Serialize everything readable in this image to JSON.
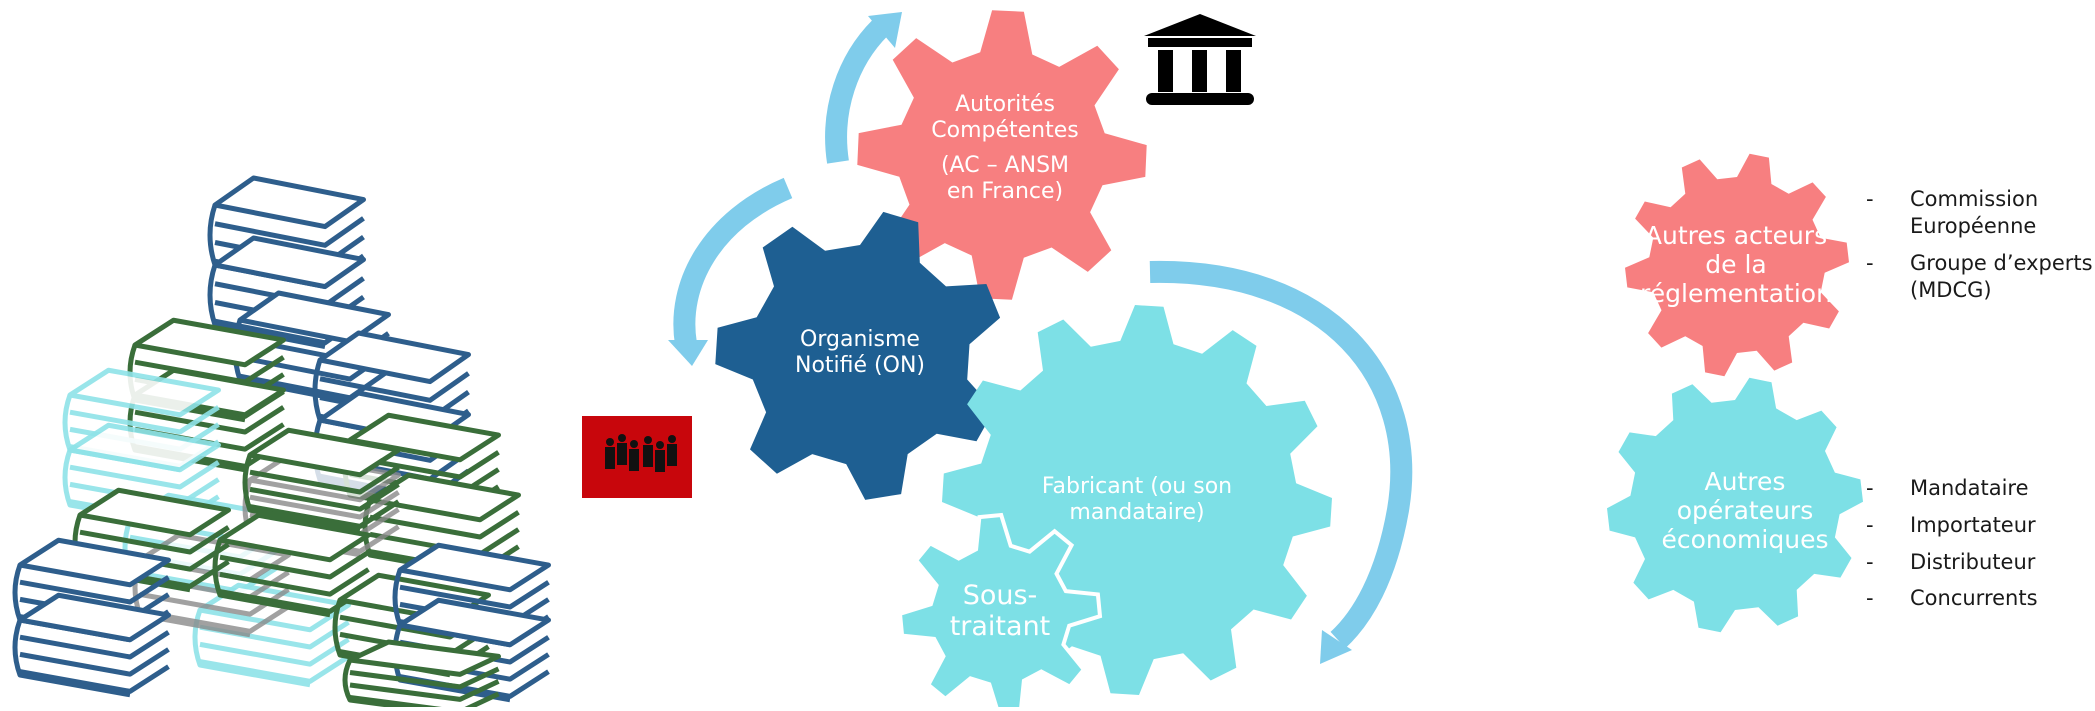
{
  "gears": {
    "authorities": {
      "line1": "Autorités",
      "line2": "Compétentes",
      "line3": "(AC – ANSM",
      "line4": "en France)",
      "color": "#F77F80"
    },
    "notified_body": {
      "line1": "Organisme",
      "line2": "Notifié (ON)",
      "color": "#1E5F92"
    },
    "manufacturer": {
      "line1": "Fabricant (ou son",
      "line2": "mandataire)",
      "color": "#7DE0E6"
    },
    "subcontractor": {
      "line1": "Sous-",
      "line2": "traitant",
      "color": "#7DE0E6"
    },
    "other_regulators": {
      "line1": "Autres acteurs",
      "line2": "de la",
      "line3": "réglementation",
      "color": "#F77F80"
    },
    "other_operators": {
      "line1": "Autres",
      "line2": "opérateurs",
      "line3": "économiques",
      "color": "#7DE0E6"
    }
  },
  "lists": {
    "regulators": [
      {
        "line1": "Commission",
        "line2": "Européenne"
      },
      {
        "line1": "Groupe d’experts",
        "line2": "(MDCG)"
      }
    ],
    "operators": [
      "Mandataire",
      "Importateur",
      "Distributeur",
      "Concurrents"
    ]
  },
  "icons": {
    "books": "stacked-books-icon",
    "government": "government-building-icon",
    "people": "people-group-icon"
  },
  "colors": {
    "arrow": "#7FCCEB",
    "book_dark_blue": "#2E5E8C",
    "book_green": "#3A6E3A",
    "book_cyan": "#8FE3E8",
    "book_gray": "#8A8A8A",
    "people_bg": "#C8060C"
  }
}
